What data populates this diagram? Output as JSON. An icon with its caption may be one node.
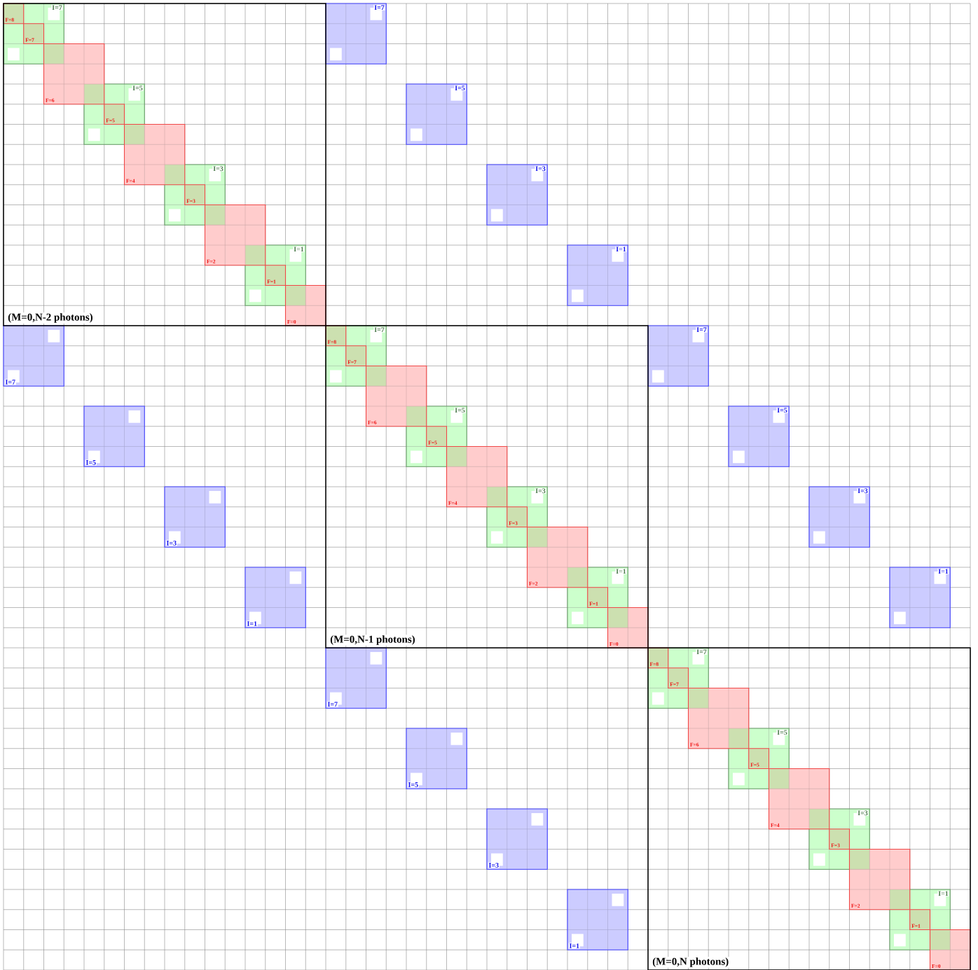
{
  "diagram": {
    "nodes": [
      {
        "text": [
          "(M=0,N-2 photons)"
        ]
      },
      {
        "text": [
          "I=7"
        ],
        "in": 0
      },
      {
        "text": [
          "F=8"
        ],
        "in": 1
      },
      {
        "text": [
          "F=7"
        ],
        "in": 1
      },
      {
        "text": [
          "F=6"
        ],
        "in": 0
      },
      {
        "text": [
          "I=5"
        ],
        "in": 0
      },
      {
        "text": [
          "F=5"
        ],
        "in": 5
      },
      {
        "text": [
          "F=4"
        ],
        "in": 0
      },
      {
        "text": [
          "I=3"
        ],
        "in": 0
      },
      {
        "text": [
          "F=3"
        ],
        "in": 8
      },
      {
        "text": [
          "F=2"
        ],
        "in": 0
      },
      {
        "text": [
          "I=1"
        ],
        "in": 0
      },
      {
        "text": [
          "F=1"
        ],
        "in": 11
      },
      {
        "text": [
          "F=0"
        ],
        "in": 0
      },
      {
        "text": [
          "I=7"
        ]
      },
      {
        "text": [
          "I=5"
        ]
      },
      {
        "text": [
          "I=3"
        ]
      },
      {
        "text": [
          "I=1"
        ]
      },
      {
        "text": [
          "(M=0,N-1 photons)"
        ]
      },
      {
        "text": [
          "I=7"
        ],
        "in": 18
      },
      {
        "text": [
          "F=8"
        ],
        "in": 19
      },
      {
        "text": [
          "F=7"
        ],
        "in": 19
      },
      {
        "text": [
          "F=6"
        ],
        "in": 18
      },
      {
        "text": [
          "I=5"
        ],
        "in": 18
      },
      {
        "text": [
          "F=5"
        ],
        "in": 23
      },
      {
        "text": [
          "F=4"
        ],
        "in": 18
      },
      {
        "text": [
          "I=3"
        ],
        "in": 18
      },
      {
        "text": [
          "F=3"
        ],
        "in": 26
      },
      {
        "text": [
          "F=2"
        ],
        "in": 18
      },
      {
        "text": [
          "I=1"
        ],
        "in": 18
      },
      {
        "text": [
          "F=1"
        ],
        "in": 29
      },
      {
        "text": [
          "F=0"
        ],
        "in": 18
      },
      {
        "text": [
          "I=7"
        ]
      },
      {
        "text": [
          "I=5"
        ]
      },
      {
        "text": [
          "I=3"
        ]
      },
      {
        "text": [
          "I=1"
        ]
      },
      {
        "text": [
          "I=7"
        ]
      },
      {
        "text": [
          "I=5"
        ]
      },
      {
        "text": [
          "I=3"
        ]
      },
      {
        "text": [
          "I=1"
        ]
      },
      {
        "text": [
          "(M=0,N photons)"
        ]
      },
      {
        "text": [
          "I=7"
        ],
        "in": 40
      },
      {
        "text": [
          "F=8"
        ],
        "in": 41
      },
      {
        "text": [
          "F=7"
        ],
        "in": 41
      },
      {
        "text": [
          "F=6"
        ],
        "in": 40
      },
      {
        "text": [
          "I=5"
        ],
        "in": 40
      },
      {
        "text": [
          "F=5"
        ],
        "in": 45
      },
      {
        "text": [
          "F=4"
        ],
        "in": 40
      },
      {
        "text": [
          "I=3"
        ],
        "in": 40
      },
      {
        "text": [
          "F=3"
        ],
        "in": 48
      },
      {
        "text": [
          "F=2"
        ],
        "in": 40
      },
      {
        "text": [
          "I=1"
        ],
        "in": 40
      },
      {
        "text": [
          "F=1"
        ],
        "in": 51
      },
      {
        "text": [
          "F=0"
        ],
        "in": 40
      },
      {
        "text": [
          "I=7"
        ]
      },
      {
        "text": [
          "I=5"
        ]
      },
      {
        "text": [
          "I=3"
        ]
      },
      {
        "text": [
          "I=1"
        ]
      }
    ]
  }
}
